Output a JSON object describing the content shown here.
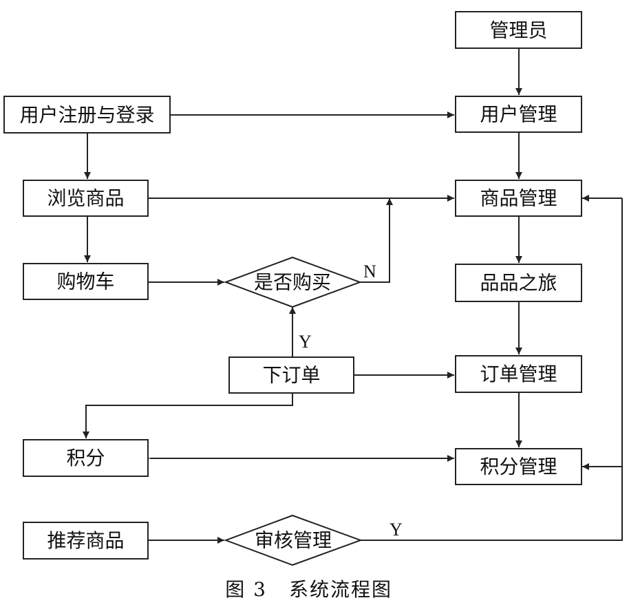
{
  "nodes": {
    "admin": "管理员",
    "register_login": "用户注册与登录",
    "user_mgmt": "用户管理",
    "browse": "浏览商品",
    "product_mgmt": "商品管理",
    "cart": "购物车",
    "decide_buy": "是否购买",
    "journey": "品品之旅",
    "place_order": "下订单",
    "order_mgmt": "订单管理",
    "points": "积分",
    "points_mgmt": "积分管理",
    "recommend": "推荐商品",
    "review_mgmt": "审核管理"
  },
  "edge_labels": {
    "no": "N",
    "yes_order": "Y",
    "yes_review": "Y"
  },
  "caption": {
    "figure_number": "图 3",
    "title": "系统流程图"
  }
}
